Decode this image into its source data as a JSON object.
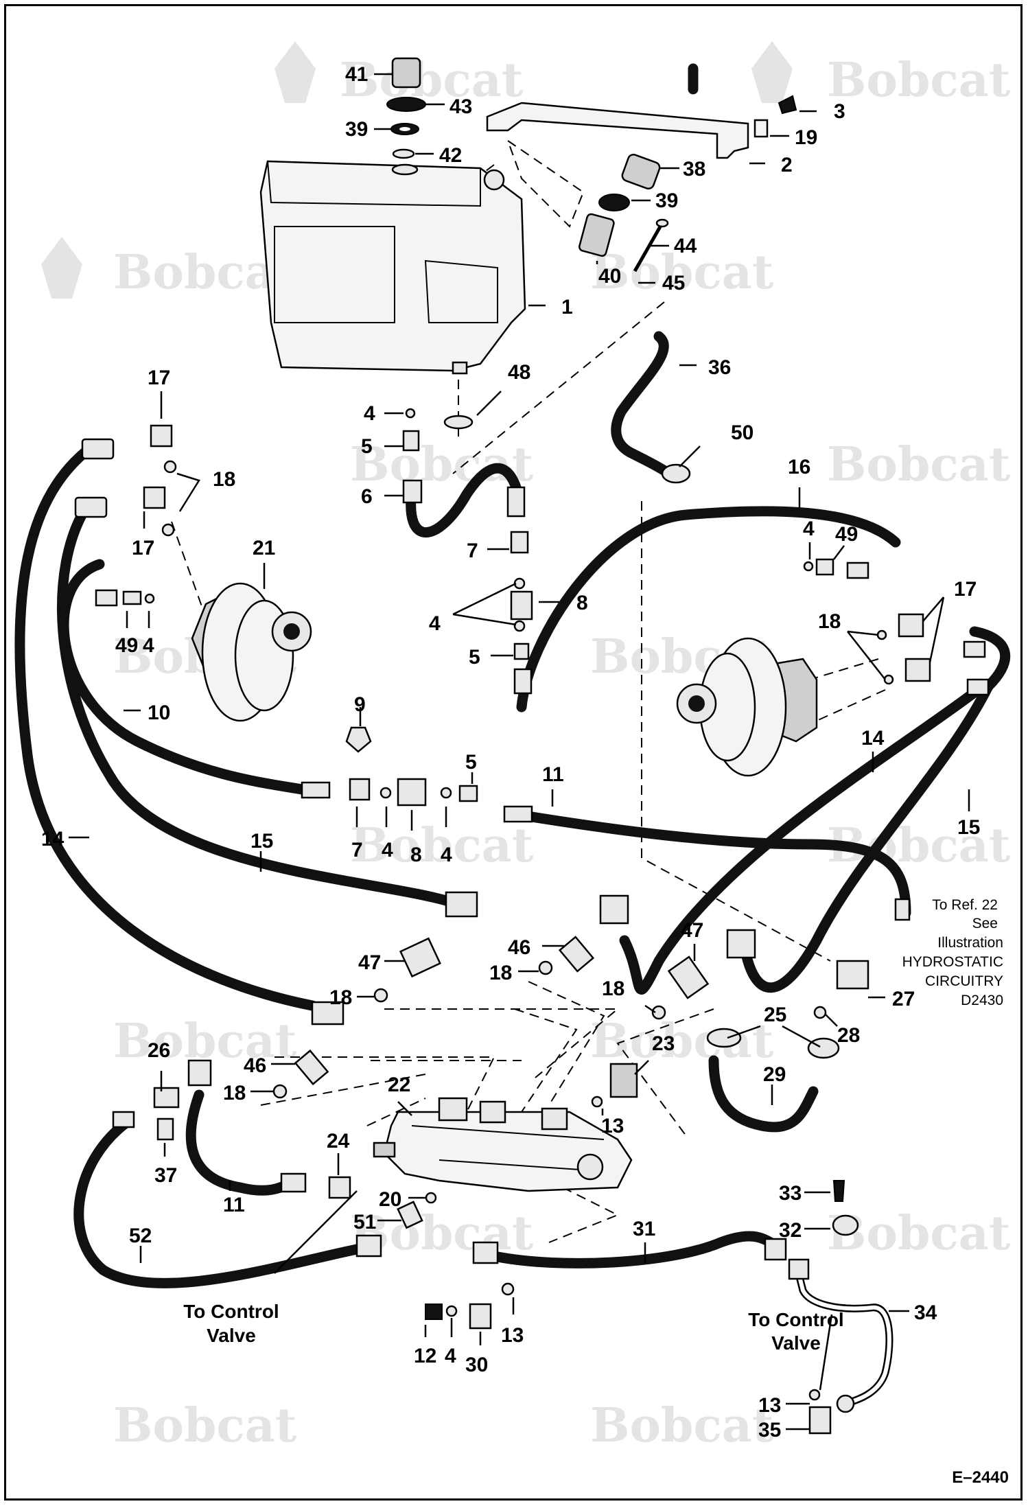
{
  "figure_id": "E–2440",
  "watermark_text": "Bobcat",
  "colors": {
    "ink": "#000000",
    "watermark": "#e4e4e4",
    "background": "#ffffff"
  },
  "callouts": [
    {
      "id": "c41",
      "text": "41"
    },
    {
      "id": "c43",
      "text": "43"
    },
    {
      "id": "c39a",
      "text": "39"
    },
    {
      "id": "c42",
      "text": "42"
    },
    {
      "id": "c3",
      "text": "3"
    },
    {
      "id": "c19",
      "text": "19"
    },
    {
      "id": "c2",
      "text": "2"
    },
    {
      "id": "c38",
      "text": "38"
    },
    {
      "id": "c39b",
      "text": "39"
    },
    {
      "id": "c44",
      "text": "44"
    },
    {
      "id": "c40",
      "text": "40"
    },
    {
      "id": "c45",
      "text": "45"
    },
    {
      "id": "c1",
      "text": "1"
    },
    {
      "id": "c36",
      "text": "36"
    },
    {
      "id": "c48",
      "text": "48"
    },
    {
      "id": "c17a",
      "text": "17"
    },
    {
      "id": "c18a",
      "text": "18"
    },
    {
      "id": "c17b",
      "text": "17"
    },
    {
      "id": "c21",
      "text": "21"
    },
    {
      "id": "c4a",
      "text": "4"
    },
    {
      "id": "c5a",
      "text": "5"
    },
    {
      "id": "c6",
      "text": "6"
    },
    {
      "id": "c50",
      "text": "50"
    },
    {
      "id": "c16",
      "text": "16"
    },
    {
      "id": "c4b",
      "text": "4"
    },
    {
      "id": "c49a",
      "text": "49"
    },
    {
      "id": "c7a",
      "text": "7"
    },
    {
      "id": "c8a",
      "text": "8"
    },
    {
      "id": "c4c",
      "text": "4"
    },
    {
      "id": "c5b",
      "text": "5"
    },
    {
      "id": "c49b",
      "text": "49"
    },
    {
      "id": "c4d",
      "text": "4"
    },
    {
      "id": "c17c",
      "text": "17"
    },
    {
      "id": "c18b",
      "text": "18"
    },
    {
      "id": "c10",
      "text": "10"
    },
    {
      "id": "c9",
      "text": "9"
    },
    {
      "id": "c5c",
      "text": "5"
    },
    {
      "id": "c11a",
      "text": "11"
    },
    {
      "id": "c14a",
      "text": "14"
    },
    {
      "id": "c14b",
      "text": "14"
    },
    {
      "id": "c15a",
      "text": "15"
    },
    {
      "id": "c15b",
      "text": "15"
    },
    {
      "id": "c7b",
      "text": "7"
    },
    {
      "id": "c4e",
      "text": "4"
    },
    {
      "id": "c8b",
      "text": "8"
    },
    {
      "id": "c4f",
      "text": "4"
    },
    {
      "id": "c46a",
      "text": "46"
    },
    {
      "id": "c47a",
      "text": "47"
    },
    {
      "id": "c47b",
      "text": "47"
    },
    {
      "id": "c18c",
      "text": "18"
    },
    {
      "id": "c18d",
      "text": "18"
    },
    {
      "id": "c18e",
      "text": "18"
    },
    {
      "id": "c27",
      "text": "27"
    },
    {
      "id": "c25",
      "text": "25"
    },
    {
      "id": "c28",
      "text": "28"
    },
    {
      "id": "c23",
      "text": "23"
    },
    {
      "id": "c29",
      "text": "29"
    },
    {
      "id": "c46b",
      "text": "46"
    },
    {
      "id": "c18f",
      "text": "18"
    },
    {
      "id": "c26",
      "text": "26"
    },
    {
      "id": "c22",
      "text": "22"
    },
    {
      "id": "c13a",
      "text": "13"
    },
    {
      "id": "c37",
      "text": "37"
    },
    {
      "id": "c24",
      "text": "24"
    },
    {
      "id": "c11b",
      "text": "11"
    },
    {
      "id": "c20",
      "text": "20"
    },
    {
      "id": "c51",
      "text": "51"
    },
    {
      "id": "c33",
      "text": "33"
    },
    {
      "id": "c32",
      "text": "32"
    },
    {
      "id": "c52",
      "text": "52"
    },
    {
      "id": "c31",
      "text": "31"
    },
    {
      "id": "c34",
      "text": "34"
    },
    {
      "id": "c13b",
      "text": "13"
    },
    {
      "id": "c12",
      "text": "12"
    },
    {
      "id": "c4g",
      "text": "4"
    },
    {
      "id": "c30",
      "text": "30"
    },
    {
      "id": "c13c",
      "text": "13"
    },
    {
      "id": "c35",
      "text": "35"
    }
  ],
  "notes": {
    "ref22": [
      "To Ref. 22",
      "See",
      "Illustration",
      "HYDROSTATIC",
      "CIRCUITRY",
      "D2430"
    ],
    "control_valve_left": [
      "To Control",
      "Valve"
    ],
    "control_valve_right": [
      "To Control",
      "Valve"
    ]
  }
}
